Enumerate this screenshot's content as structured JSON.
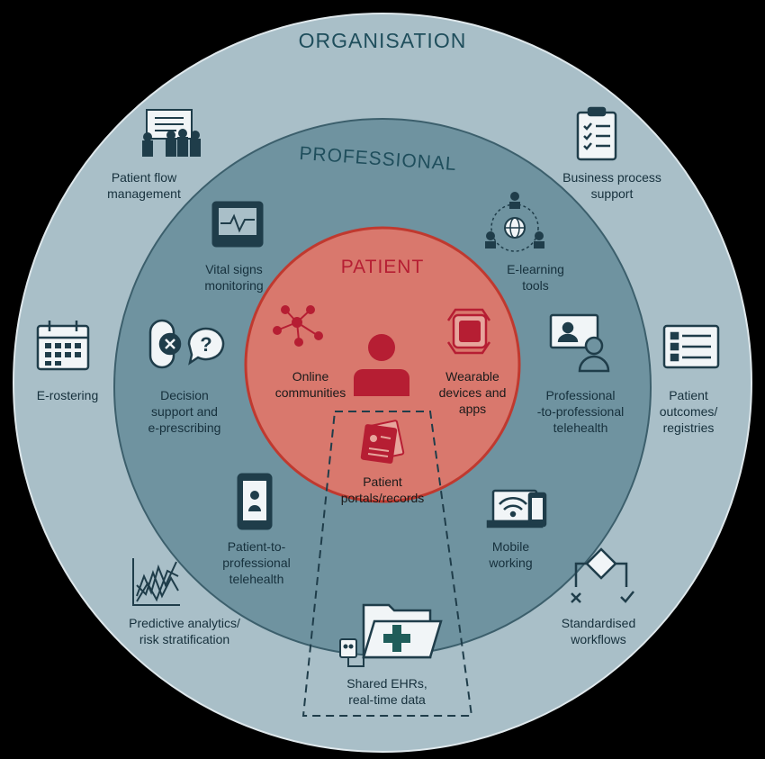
{
  "rings": {
    "organisation": "ORGANISATION",
    "professional": "PROFESSIONAL",
    "patient": "PATIENT"
  },
  "organisation_items": {
    "patient_flow": "Patient flow\nmanagement",
    "business_process": "Business process\nsupport",
    "e_rostering": "E-rostering",
    "patient_outcomes": "Patient\noutcomes/\nregistries",
    "predictive_analytics": "Predictive analytics/\nrisk stratification",
    "standardised_workflows": "Standardised\nworkflows"
  },
  "professional_items": {
    "vital_signs": "Vital signs\nmonitoring",
    "e_learning": "E-learning\ntools",
    "decision_support": "Decision\nsupport and\ne-prescribing",
    "pro_to_pro": "Professional\n-to-professional\ntelehealth",
    "patient_to_pro": "Patient-to-\nprofessional\ntelehealth",
    "mobile_working": "Mobile\nworking"
  },
  "patient_items": {
    "online_communities": "Online\ncommunities",
    "wearables": "Wearable\ndevices and\napps",
    "portals": "Patient\nportals/records"
  },
  "shared": {
    "ehr": "Shared EHRs,\nreal-time data"
  },
  "colors": {
    "background": "#000000",
    "organisation_ring": "#a9bfc8",
    "professional_ring": "#6f93a0",
    "patient_ring": "#d9786d",
    "icon_dark": "#1f3d4a",
    "icon_red": "#b61e33"
  }
}
